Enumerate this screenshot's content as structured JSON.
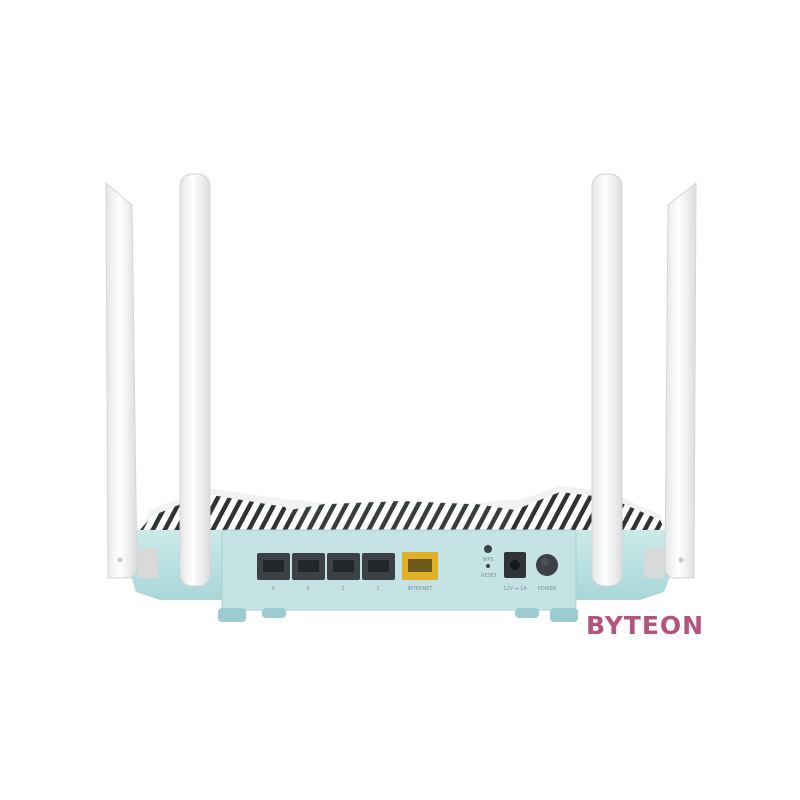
{
  "product": {
    "watermark": "BYTEON",
    "colors": {
      "body_teal": "#bde3e4",
      "top_white": "#f4f4f4",
      "antenna": "#f7f7f7",
      "port_dark": "#3b4145",
      "internet_port": "#e1b024",
      "watermark": "#b5537f"
    },
    "ports": {
      "lan": [
        "4",
        "3",
        "2",
        "1"
      ],
      "internet": "INTERNET",
      "wps": "WPS",
      "reset": "RESET",
      "power_in": "12V ⎓ 1A",
      "power_button": "POWER"
    },
    "icons": [
      "antenna",
      "lan-port",
      "wan-port",
      "dc-jack",
      "power-button"
    ]
  }
}
